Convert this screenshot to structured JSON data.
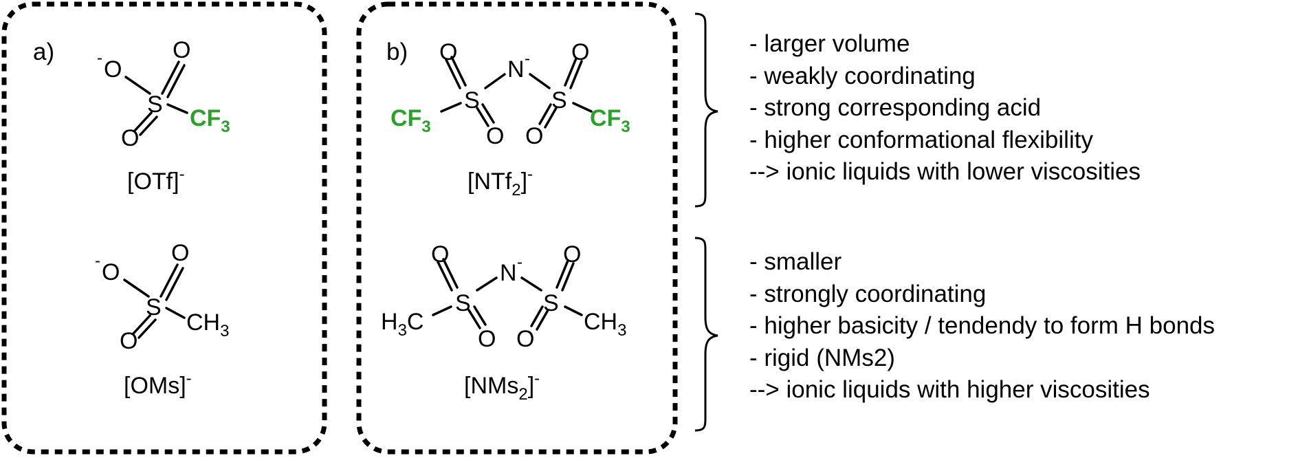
{
  "colors": {
    "substituent_highlight": "#2ca02c",
    "ink": "#000000"
  },
  "panel_a": {
    "label": "a)",
    "triflate": {
      "anion_o": "O",
      "s": "S",
      "o_top": "O",
      "o_bottom": "O",
      "cf3_main": "CF",
      "cf3_sub": "3",
      "name_main": "[OTf]",
      "name_sup": "-"
    },
    "mesylate": {
      "anion_o": "O",
      "s": "S",
      "o_top": "O",
      "o_bottom": "O",
      "ch3_main": "CH",
      "ch3_sub": "3",
      "name_main": "[OMs]",
      "name_sup": "-"
    }
  },
  "panel_b": {
    "label": "b)",
    "ntf2": {
      "n": "N",
      "s_left": "S",
      "s_right": "S",
      "o": "O",
      "cf3_main": "CF",
      "cf3_sub": "3",
      "name_main": "[NTf",
      "name_sub": "2",
      "name_end": "]",
      "name_sup": "-"
    },
    "nms2": {
      "n": "N",
      "s_left": "S",
      "s_right": "S",
      "o": "O",
      "h3c_h": "H",
      "h3c_sub": "3",
      "h3c_c": "C",
      "ch3_main": "CH",
      "ch3_sub": "3",
      "name_main": "[NMs",
      "name_sub": "2",
      "name_end": "]",
      "name_sup": "-"
    }
  },
  "notes_top": [
    "- larger volume",
    "- weakly coordinating",
    "- strong corresponding acid",
    "- higher conformational flexibility",
    "--> ionic liquids with lower viscosities"
  ],
  "notes_bottom": [
    "- smaller",
    "- strongly coordinating",
    "- higher basicity / tendendy to form H bonds",
    "- rigid (NMs2)",
    "--> ionic liquids with higher viscosities"
  ]
}
